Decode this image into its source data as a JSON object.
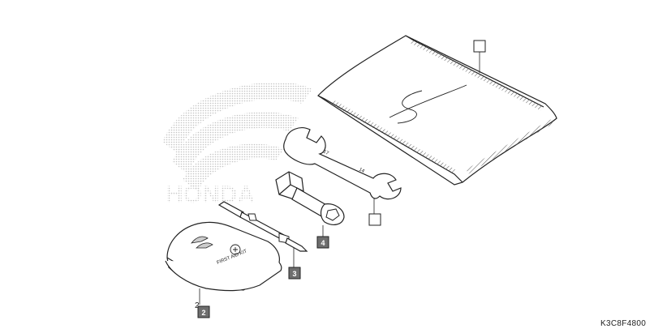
{
  "diagram": {
    "reference_code": "K3C8F4800",
    "brand_watermark": "HONDA",
    "kit_label": "FIRST AID KIT",
    "wrench_sizes": [
      "17",
      "14"
    ],
    "callouts": [
      {
        "id": "pouch",
        "label": "",
        "style": "outline"
      },
      {
        "id": "wrench",
        "label": "",
        "style": "outline"
      },
      {
        "id": "socket",
        "label": "4",
        "style": "filled"
      },
      {
        "id": "screwdriver",
        "label": "3",
        "style": "filled"
      },
      {
        "id": "first-aid",
        "label": "2",
        "style": "filled",
        "extra_label": "2"
      }
    ]
  }
}
